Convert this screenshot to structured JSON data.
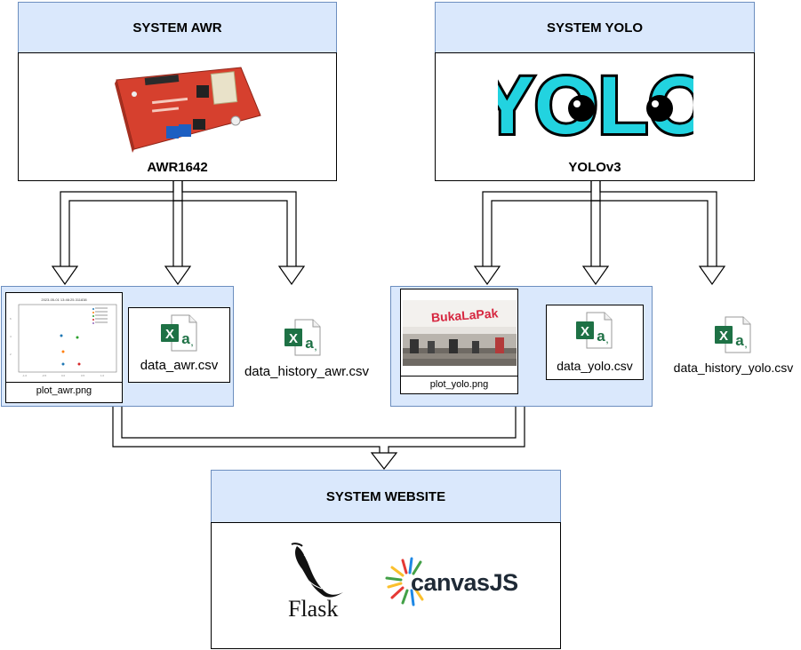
{
  "systems": {
    "awr": {
      "title": "SYSTEM AWR",
      "device": "AWR1642"
    },
    "yolo": {
      "title": "SYSTEM YOLO",
      "logo_text": "YOLO",
      "model": "YOLOv3"
    },
    "website": {
      "title": "SYSTEM WEBSITE",
      "flask_label": "Flask",
      "canvasjs_label": "canvasJS"
    }
  },
  "awr_outputs": {
    "plot_label": "plot_awr.png",
    "plot_title": "2023-05-01 13:46:25.311838",
    "csv_label": "data_awr.csv",
    "history_label": "data_history_awr.csv"
  },
  "yolo_outputs": {
    "plot_label": "plot_yolo.png",
    "photo_sign": "BukaLaPak",
    "csv_label": "data_yolo.csv",
    "history_label": "data_history_yolo.csv"
  },
  "colors": {
    "header_fill": "#dae8fc",
    "header_stroke": "#6c8ebf",
    "excel_green": "#1e7145",
    "yolo_cyan": "#22d3e0",
    "board_red": "#d6402e"
  }
}
